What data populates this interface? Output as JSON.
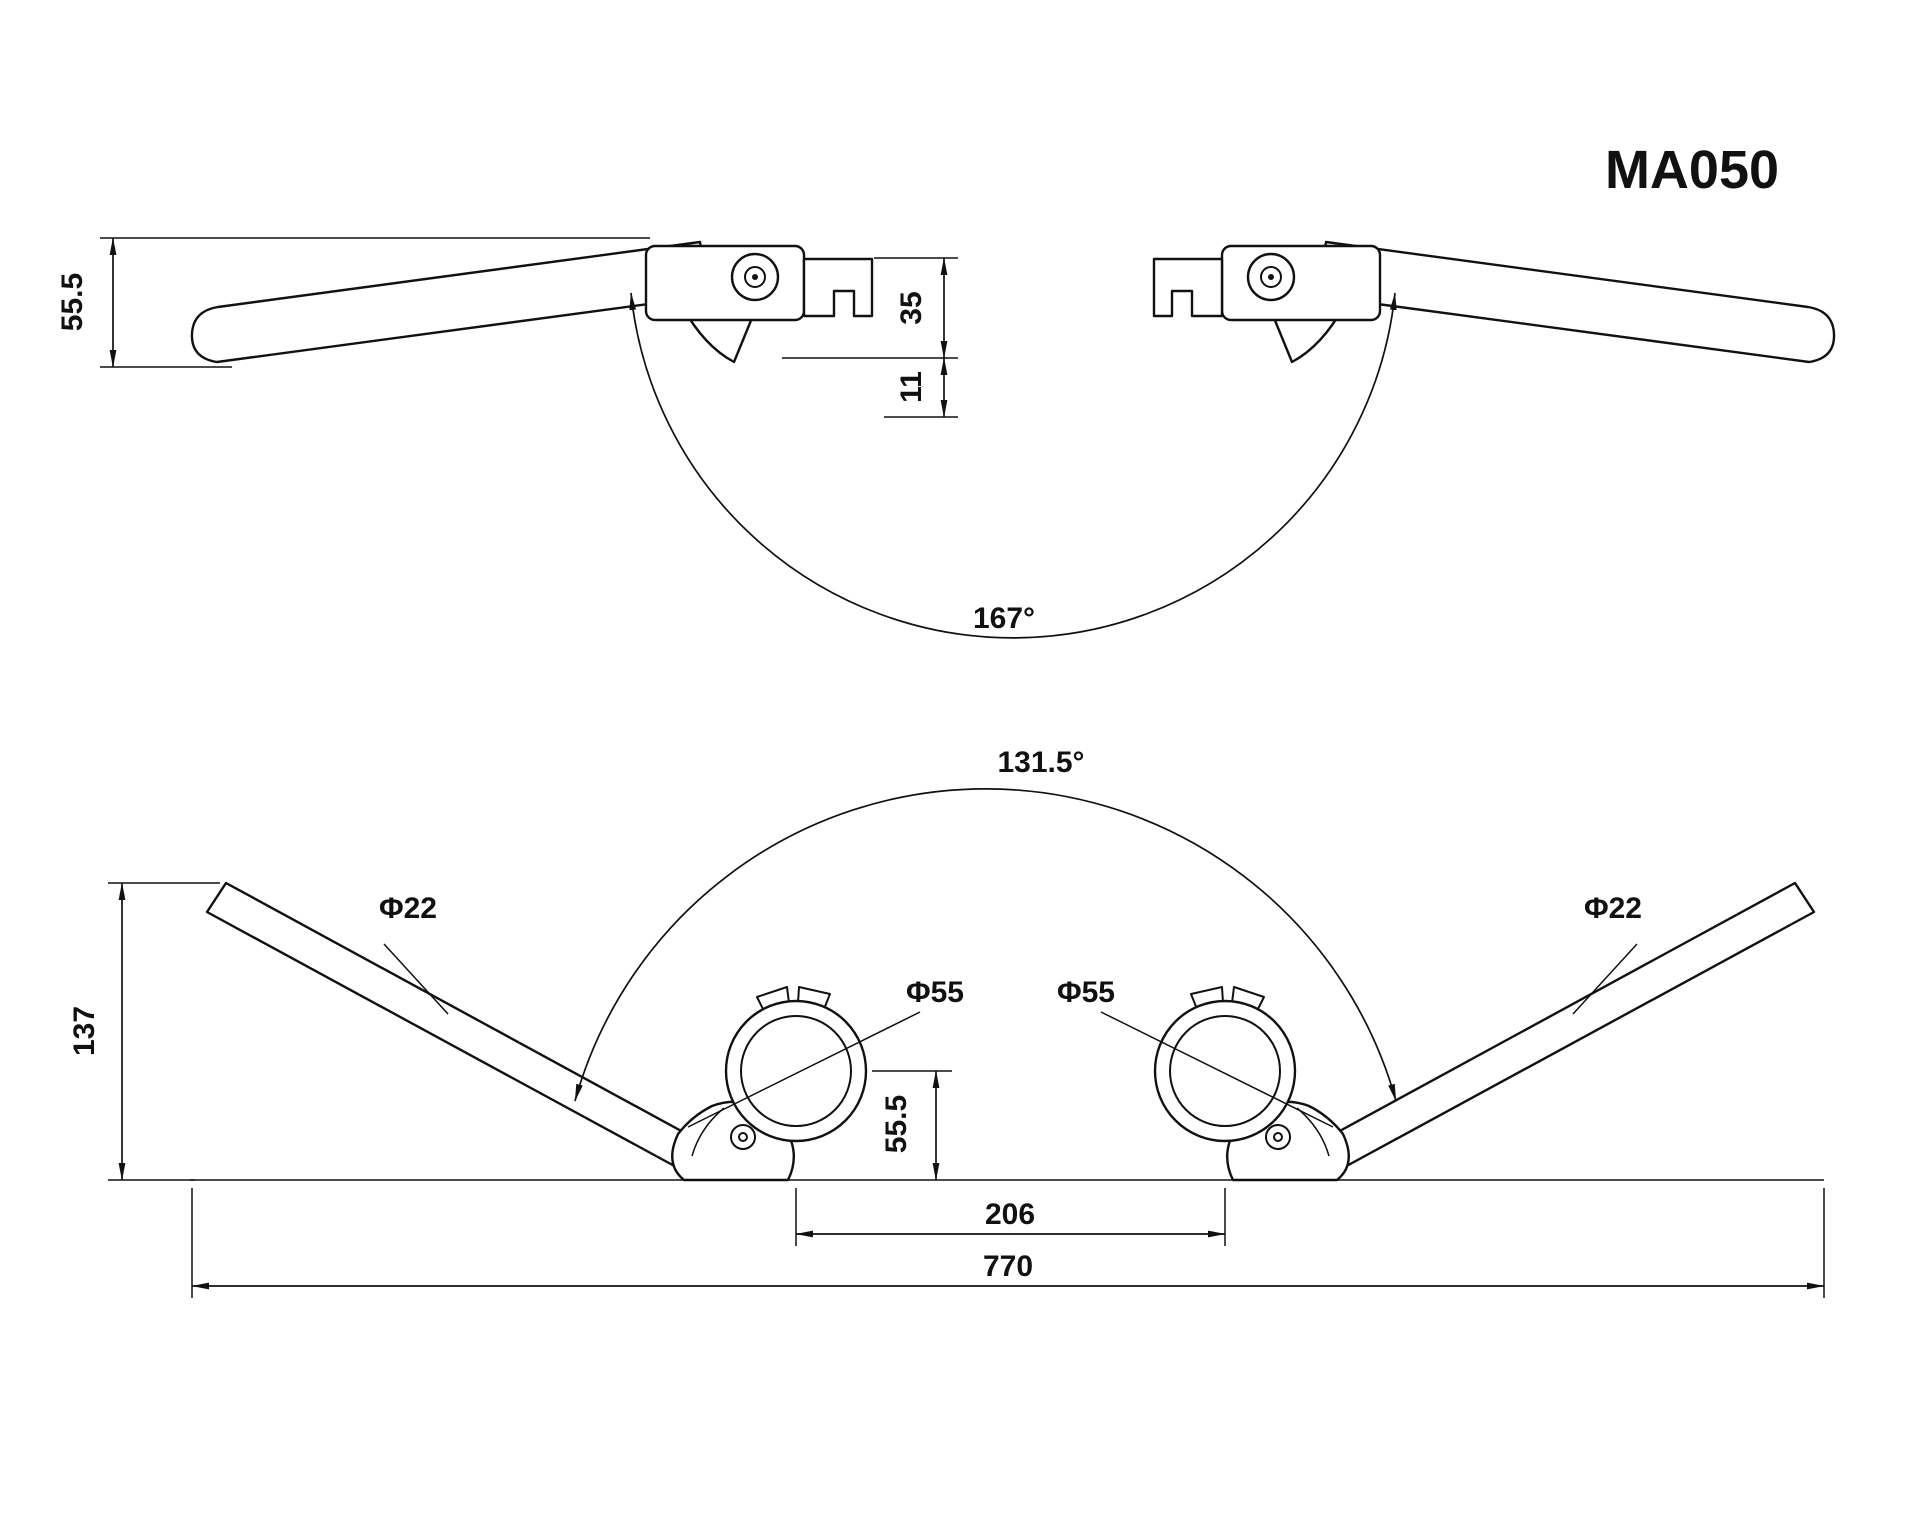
{
  "title": "MA050",
  "side_view": {
    "height": "55.5",
    "dim_35": "35",
    "dim_11": "11",
    "angle": "167°"
  },
  "plan_view": {
    "angle": "131.5°",
    "tube_dia_left": "Φ22",
    "tube_dia_right": "Φ22",
    "clamp_dia_left": "Φ55",
    "clamp_dia_right": "Φ55",
    "height_137": "137",
    "center_height": "55.5",
    "clamp_spacing": "206",
    "overall_width": "770"
  },
  "colors": {
    "line": "#111111",
    "background": "#ffffff"
  }
}
